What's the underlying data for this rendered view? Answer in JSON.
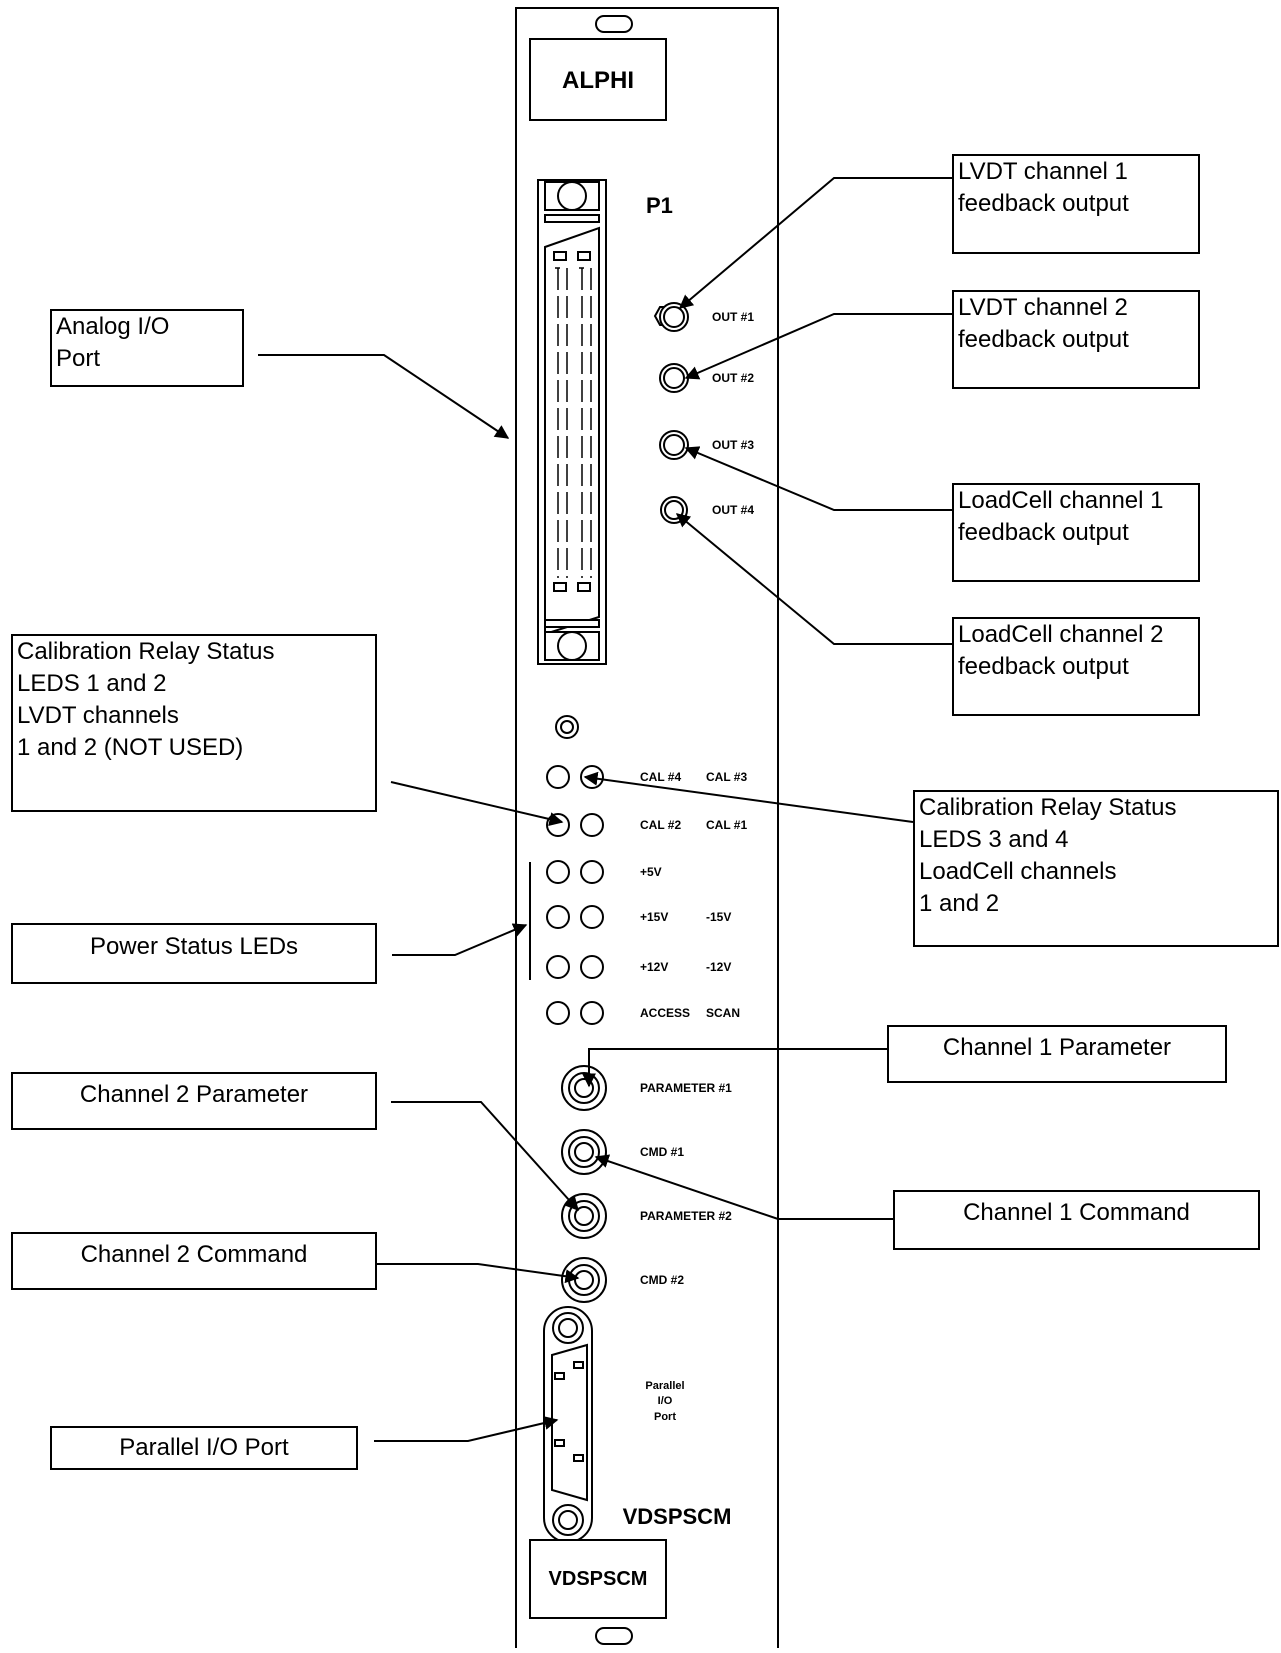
{
  "panel": {
    "brand_label": "ALPHI",
    "connector_label": "P1",
    "module_label": "VDSPSCM",
    "module_box_label": "VDSPSCM",
    "jack_labels": [
      "OUT #1",
      "OUT #2",
      "OUT #3",
      "OUT #4"
    ],
    "led_rows": [
      {
        "left": "CAL #4",
        "right": "CAL #3"
      },
      {
        "left": "CAL #2",
        "right": "CAL #1"
      },
      {
        "left": "+5V",
        "right": ""
      },
      {
        "left": "+15V",
        "right": "-15V"
      },
      {
        "left": "+12V",
        "right": "-12V"
      },
      {
        "left": "ACCESS",
        "right": "SCAN"
      }
    ],
    "bnc_labels": [
      "PARAMETER #1",
      "CMD #1",
      "PARAMETER #2",
      "CMD #2"
    ],
    "parallel_port_label": [
      "Parallel",
      "I/O",
      "Port"
    ]
  },
  "callouts": {
    "analog_io": "Analog I/O\nPort",
    "lvdt1": "LVDT channel 1\nfeedback output",
    "lvdt2": "LVDT channel 2\nfeedback output",
    "loadcell1": "LoadCell channel 1\nfeedback output",
    "loadcell2": "LoadCell channel 2\nfeedback output",
    "cal_relay_12": "Calibration Relay Status\nLEDS 1 and 2\nLVDT channels\n1 and 2 (NOT USED)",
    "cal_relay_34": "Calibration Relay Status\nLEDS 3 and 4\nLoadCell channels\n1 and 2",
    "power_status": "Power Status LEDs",
    "ch1_parameter": "Channel 1 Parameter",
    "ch2_parameter": "Channel 2 Parameter",
    "ch1_command": "Channel 1 Command",
    "ch2_command": "Channel 2 Command",
    "parallel_io": "Parallel I/O Port"
  }
}
